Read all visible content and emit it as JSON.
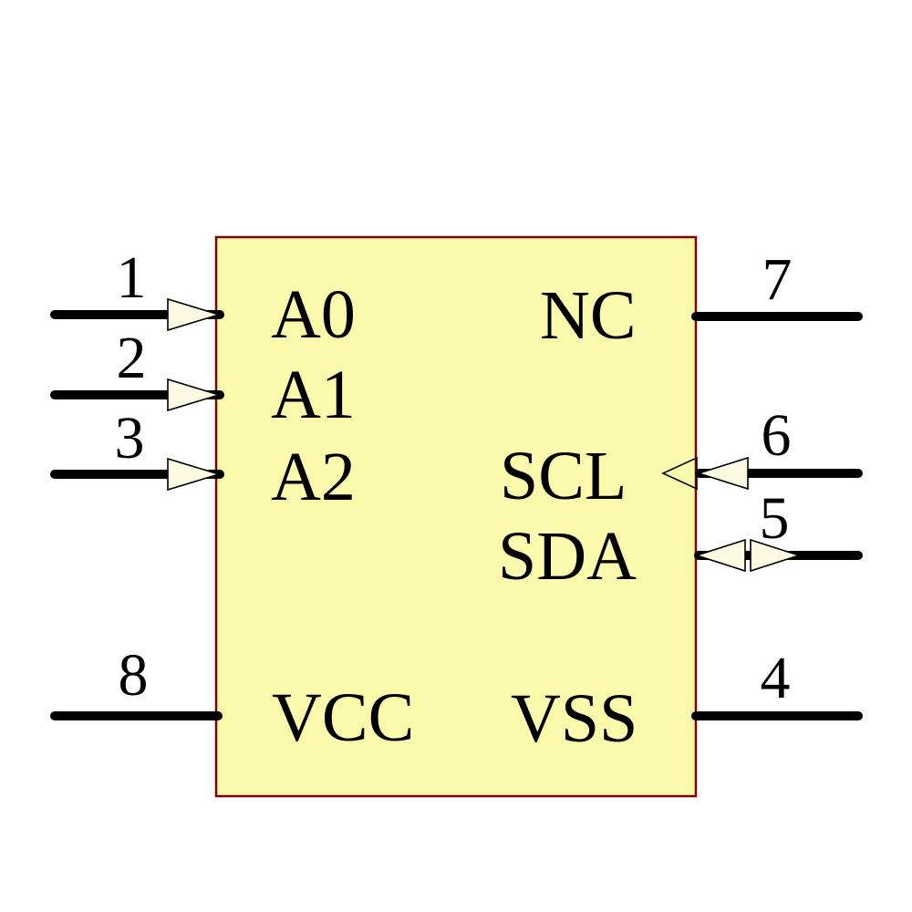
{
  "component": {
    "kind": "ic-schematic-symbol",
    "colors": {
      "body_fill": "#FBF9AC",
      "body_border": "#800000",
      "pin_line": "#000000",
      "arrow_fill": "#FCFAE3",
      "arrow_stroke": "#000000",
      "text": "#000000"
    },
    "pins": {
      "p1": {
        "number": "1",
        "label": "A0",
        "side": "left",
        "style": "input-arrow"
      },
      "p2": {
        "number": "2",
        "label": "A1",
        "side": "left",
        "style": "input-arrow"
      },
      "p3": {
        "number": "3",
        "label": "A2",
        "side": "left",
        "style": "input-arrow"
      },
      "p4": {
        "number": "4",
        "label": "VSS",
        "side": "right",
        "style": "plain"
      },
      "p5": {
        "number": "5",
        "label": "SDA",
        "side": "right",
        "style": "bidirectional-arrow"
      },
      "p6": {
        "number": "6",
        "label": "SCL",
        "side": "right",
        "style": "input-arrow-with-open-triangle"
      },
      "p7": {
        "number": "7",
        "label": "NC",
        "side": "right",
        "style": "plain"
      },
      "p8": {
        "number": "8",
        "label": "VCC",
        "side": "left",
        "style": "plain"
      }
    }
  }
}
